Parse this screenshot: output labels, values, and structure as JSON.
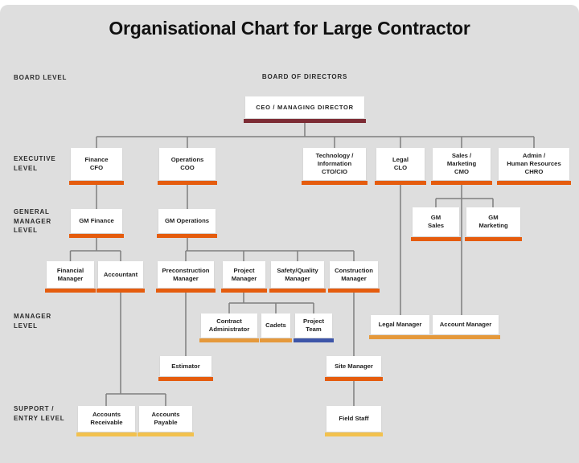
{
  "title": "Organisational Chart for Large Contractor",
  "board_caption": "BOARD OF DIRECTORS",
  "level_labels": {
    "board": "BOARD LEVEL",
    "executive": "EXECUTIVE\nLEVEL",
    "general_manager": "GENERAL\nMANAGER\nLEVEL",
    "manager": "MANAGER\nLEVEL",
    "support": "SUPPORT /\nENTRY LEVEL"
  },
  "colors": {
    "canvas_bg": "#dedede",
    "node_bg": "#ffffff",
    "wire": "#7f7f7f",
    "text": "#1f1f1f",
    "bar_maroon": "#7d2c35",
    "bar_orange": "#e55c0e",
    "bar_amber": "#e5993b",
    "bar_yellow": "#f2c14e",
    "bar_blue": "#3d55a8"
  },
  "nodes": {
    "ceo": {
      "label": "CEO / MANAGING DIRECTOR"
    },
    "finance": {
      "label": "Finance\nCFO"
    },
    "operations": {
      "label": "Operations\nCOO"
    },
    "technology": {
      "label": "Technology /\nInformation\nCTO/CIO"
    },
    "legal": {
      "label": "Legal\nCLO"
    },
    "sales_marketing": {
      "label": "Sales /\nMarketing\nCMO"
    },
    "admin_hr": {
      "label": "Admin /\nHuman Resources\nCHRO"
    },
    "gm_finance": {
      "label": "GM Finance"
    },
    "gm_operations": {
      "label": "GM Operations"
    },
    "gm_sales": {
      "label": "GM\nSales"
    },
    "gm_marketing": {
      "label": "GM\nMarketing"
    },
    "financial_manager": {
      "label": "Financial\nManager"
    },
    "accountant": {
      "label": "Accountant"
    },
    "preconstruction_manager": {
      "label": "Preconstruction\nManager"
    },
    "project_manager": {
      "label": "Project\nManager"
    },
    "safety_quality_manager": {
      "label": "Safety/Quality\nManager"
    },
    "construction_manager": {
      "label": "Construction\nManager"
    },
    "contract_administrator": {
      "label": "Contract\nAdministrator"
    },
    "cadets": {
      "label": "Cadets"
    },
    "project_team": {
      "label": "Project\nTeam"
    },
    "legal_manager": {
      "label": "Legal Manager"
    },
    "account_manager": {
      "label": "Account Manager"
    },
    "estimator": {
      "label": "Estimator"
    },
    "site_manager": {
      "label": "Site Manager"
    },
    "accounts_receivable": {
      "label": "Accounts\nReceivable"
    },
    "accounts_payable": {
      "label": "Accounts\nPayable"
    },
    "field_staff": {
      "label": "Field Staff"
    }
  },
  "edges": [
    [
      "ceo",
      "finance"
    ],
    [
      "ceo",
      "operations"
    ],
    [
      "ceo",
      "technology"
    ],
    [
      "ceo",
      "legal"
    ],
    [
      "ceo",
      "sales_marketing"
    ],
    [
      "ceo",
      "admin_hr"
    ],
    [
      "finance",
      "gm_finance"
    ],
    [
      "operations",
      "gm_operations"
    ],
    [
      "legal",
      "legal_manager"
    ],
    [
      "sales_marketing",
      "gm_sales"
    ],
    [
      "sales_marketing",
      "gm_marketing"
    ],
    [
      "sales_marketing",
      "account_manager"
    ],
    [
      "gm_finance",
      "financial_manager"
    ],
    [
      "gm_finance",
      "accountant"
    ],
    [
      "gm_operations",
      "preconstruction_manager"
    ],
    [
      "gm_operations",
      "project_manager"
    ],
    [
      "gm_operations",
      "safety_quality_manager"
    ],
    [
      "gm_operations",
      "construction_manager"
    ],
    [
      "project_manager",
      "contract_administrator"
    ],
    [
      "project_manager",
      "cadets"
    ],
    [
      "project_manager",
      "project_team"
    ],
    [
      "preconstruction_manager",
      "estimator"
    ],
    [
      "construction_manager",
      "site_manager"
    ],
    [
      "site_manager",
      "field_staff"
    ],
    [
      "accountant",
      "accounts_receivable"
    ],
    [
      "accountant",
      "accounts_payable"
    ]
  ]
}
